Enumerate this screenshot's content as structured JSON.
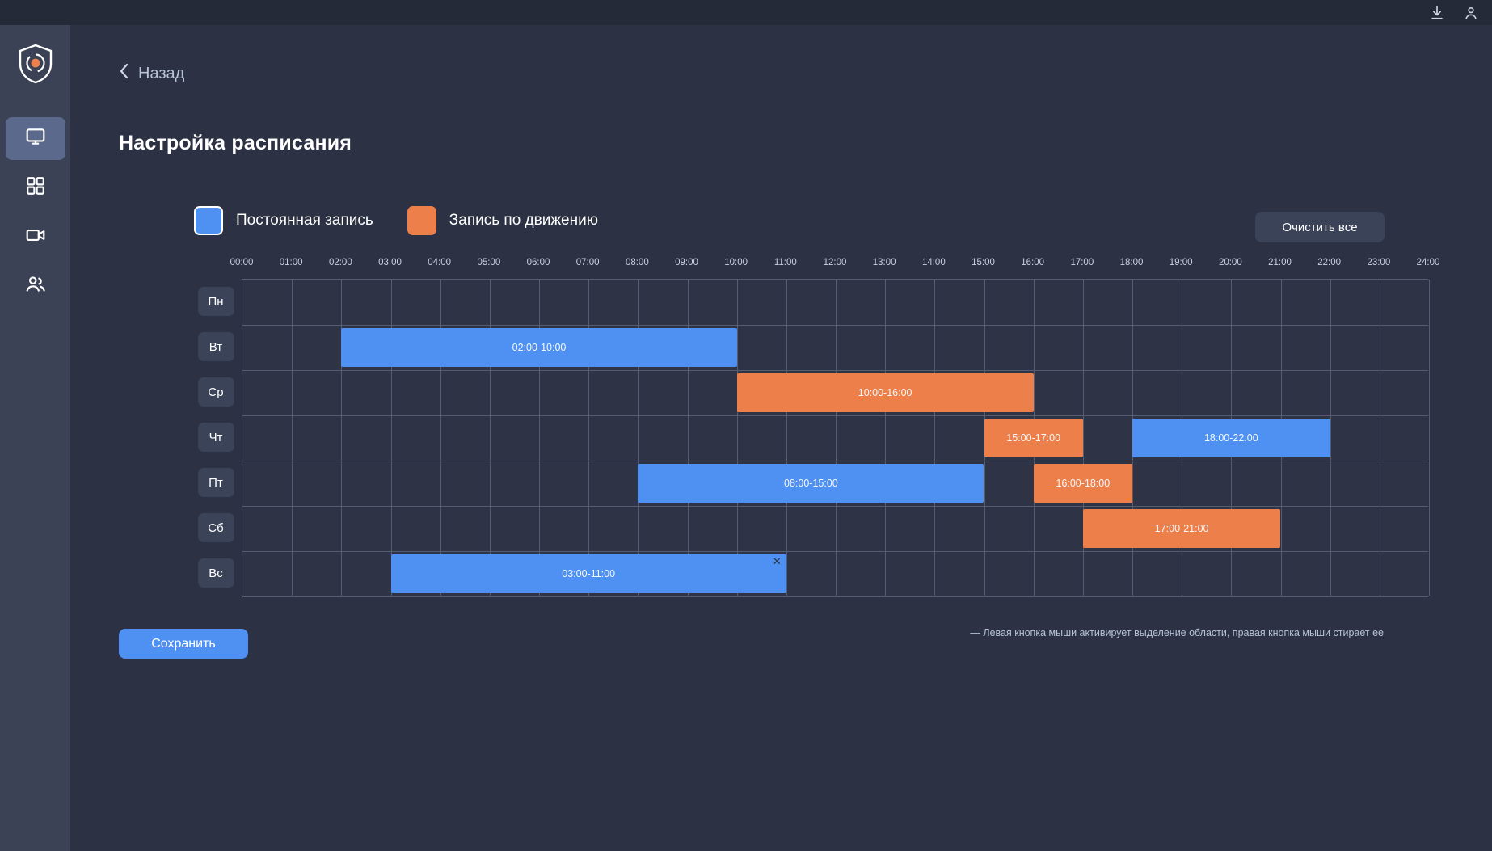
{
  "topbar": {
    "icons": [
      {
        "name": "download-icon"
      },
      {
        "name": "user-account-icon"
      }
    ]
  },
  "sidebar": {
    "logo_name": "shield-logo",
    "accent_color": "#ed804a",
    "items": [
      {
        "name": "sidebar-item-monitor",
        "icon": "monitor-icon",
        "active": true
      },
      {
        "name": "sidebar-item-apps",
        "icon": "grid-apps-icon",
        "active": false
      },
      {
        "name": "sidebar-item-camera",
        "icon": "video-camera-icon",
        "active": false
      },
      {
        "name": "sidebar-item-users",
        "icon": "users-icon",
        "active": false
      }
    ]
  },
  "header": {
    "back_label": "Назад",
    "title": "Настройка расписания"
  },
  "legend": [
    {
      "label": "Постоянная запись",
      "color": "#4f91f2",
      "type": "continuous"
    },
    {
      "label": "Запись по движению",
      "color": "#ed804a",
      "type": "motion"
    }
  ],
  "toolbar": {
    "clear_all_label": "Очистить все"
  },
  "footer": {
    "save_label": "Сохранить",
    "hint": "— Левая кнопка мыши активирует выделение области, правая кнопка мыши стирает ее"
  },
  "schedule": {
    "hours_start": 0,
    "hours_end": 24,
    "time_labels": [
      "00:00",
      "01:00",
      "02:00",
      "03:00",
      "04:00",
      "05:00",
      "06:00",
      "07:00",
      "08:00",
      "09:00",
      "10:00",
      "11:00",
      "12:00",
      "13:00",
      "14:00",
      "15:00",
      "16:00",
      "17:00",
      "18:00",
      "19:00",
      "20:00",
      "21:00",
      "22:00",
      "23:00",
      "24:00"
    ],
    "days": [
      {
        "short": "Пн",
        "blocks": []
      },
      {
        "short": "Вт",
        "blocks": [
          {
            "label": "02:00-10:00",
            "start": 2,
            "end": 10,
            "type": "continuous",
            "closable": false
          }
        ]
      },
      {
        "short": "Ср",
        "blocks": [
          {
            "label": "10:00-16:00",
            "start": 10,
            "end": 16,
            "type": "motion",
            "closable": false
          }
        ]
      },
      {
        "short": "Чт",
        "blocks": [
          {
            "label": "15:00-17:00",
            "start": 15,
            "end": 17,
            "type": "motion",
            "closable": false
          },
          {
            "label": "18:00-22:00",
            "start": 18,
            "end": 22,
            "type": "continuous",
            "closable": false
          }
        ]
      },
      {
        "short": "Пт",
        "blocks": [
          {
            "label": "08:00-15:00",
            "start": 8,
            "end": 15,
            "type": "continuous",
            "closable": false
          },
          {
            "label": "16:00-18:00",
            "start": 16,
            "end": 18,
            "type": "motion",
            "closable": false
          }
        ]
      },
      {
        "short": "Сб",
        "blocks": [
          {
            "label": "17:00-21:00",
            "start": 17,
            "end": 21,
            "type": "motion",
            "closable": false
          }
        ]
      },
      {
        "short": "Вс",
        "blocks": [
          {
            "label": "03:00-11:00",
            "start": 3,
            "end": 11,
            "type": "continuous",
            "closable": true,
            "close_glyph": "✕"
          }
        ]
      }
    ]
  }
}
